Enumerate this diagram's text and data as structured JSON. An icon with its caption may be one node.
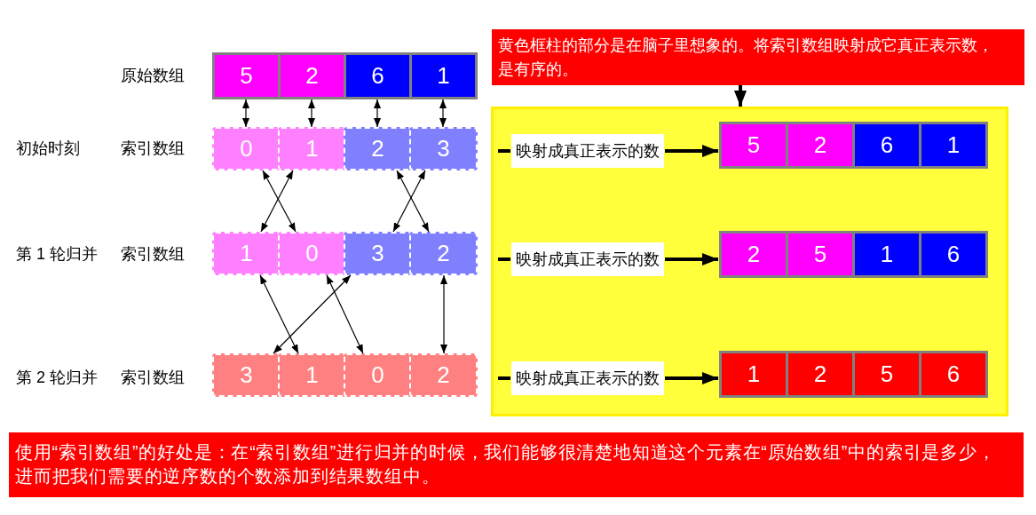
{
  "diagram": {
    "nodes": [
      {
        "text": [
          "黄色框柱的部分是在脑子里想象的。将索引数组映射成它真正表示数，是有序的。"
        ]
      },
      {
        "text": [
          "5"
        ]
      },
      {
        "text": [
          "2"
        ]
      },
      {
        "text": [
          "6"
        ]
      },
      {
        "text": [
          "1"
        ]
      },
      {
        "text": [],
        "shape": "box"
      },
      {
        "text": [
          "0"
        ]
      },
      {
        "text": [
          "1"
        ]
      },
      {
        "text": [
          "2"
        ]
      },
      {
        "text": [
          "3"
        ]
      },
      {
        "text": [
          "5"
        ],
        "in": 5
      },
      {
        "text": [
          "2"
        ],
        "in": 5
      },
      {
        "text": [
          "6"
        ],
        "in": 5
      },
      {
        "text": [
          "1"
        ],
        "in": 5
      },
      {
        "text": [
          "1"
        ]
      },
      {
        "text": [
          "0"
        ]
      },
      {
        "text": [
          "3"
        ]
      },
      {
        "text": [
          "2"
        ]
      },
      {
        "text": [
          "2"
        ],
        "in": 5
      },
      {
        "text": [
          "5"
        ],
        "in": 5
      },
      {
        "text": [
          "1"
        ],
        "in": 5
      },
      {
        "text": [
          "6"
        ],
        "in": 5
      },
      {
        "text": [
          "3"
        ]
      },
      {
        "text": [
          "1"
        ]
      },
      {
        "text": [
          "0"
        ]
      },
      {
        "text": [
          "2"
        ]
      },
      {
        "text": [
          "1"
        ],
        "in": 5
      },
      {
        "text": [
          "2"
        ],
        "in": 5
      },
      {
        "text": [
          "5"
        ],
        "in": 5
      },
      {
        "text": [
          "6"
        ],
        "in": 5
      },
      {
        "text": [
          "使用“索引数组”的好处是：在“索引数组”进行归并的时候，我们能够很清楚地知道这个元素在“原始数组”中的索引是多少，进而把我们需要的逆序数的个数添加到结果数组中。"
        ]
      }
    ],
    "edges": [
      {
        "from": 0,
        "to": 5,
        "arrow": "to",
        "style": "thick"
      },
      {
        "from": 1,
        "to": 6,
        "arrow": "both"
      },
      {
        "from": 2,
        "to": 7,
        "arrow": "both"
      },
      {
        "from": 3,
        "to": 8,
        "arrow": "both"
      },
      {
        "from": 4,
        "to": 9,
        "arrow": "both"
      },
      {
        "from": 6,
        "to": 15,
        "arrow": "both"
      },
      {
        "from": 7,
        "to": 14,
        "arrow": "both"
      },
      {
        "from": 8,
        "to": 17,
        "arrow": "both"
      },
      {
        "from": 9,
        "to": 16,
        "arrow": "both"
      },
      {
        "from": 14,
        "to": 23,
        "arrow": "both"
      },
      {
        "from": 15,
        "to": 24,
        "arrow": "both"
      },
      {
        "from": 16,
        "to": 22,
        "arrow": "both"
      },
      {
        "from": 17,
        "to": 25,
        "arrow": "both"
      },
      {
        "from": null,
        "to": 10,
        "arrow": "to",
        "style": "thick",
        "label": "映射成真正表示的数"
      },
      {
        "from": null,
        "to": 18,
        "arrow": "to",
        "style": "thick",
        "label": "映射成真正表示的数"
      },
      {
        "from": null,
        "to": 26,
        "arrow": "to",
        "style": "thick",
        "label": "映射成真正表示的数"
      }
    ],
    "labels": [
      "原始数组",
      "初始时刻",
      "索引数组",
      "第 1 轮归并",
      "索引数组",
      "第 2 轮归并",
      "索引数组"
    ]
  }
}
